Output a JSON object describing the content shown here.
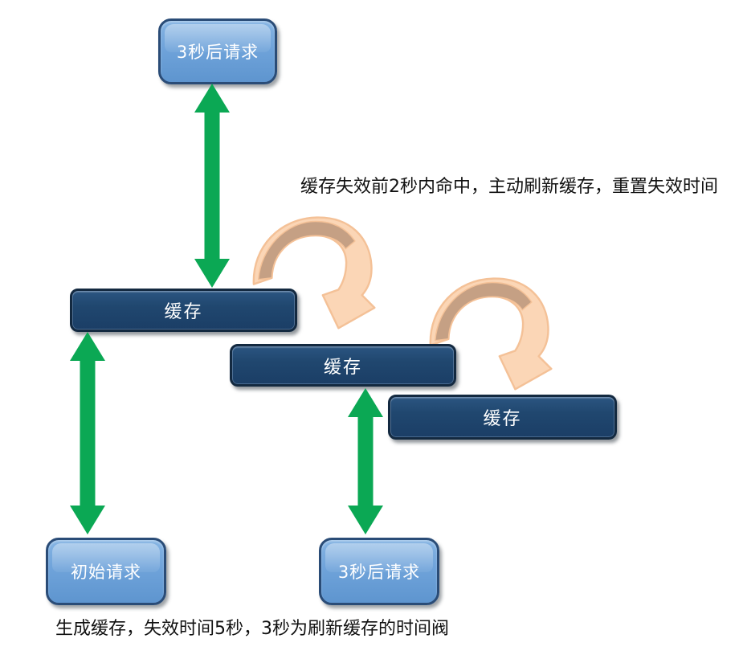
{
  "diagram": {
    "nodes": {
      "top_request": {
        "label": "3秒后请求"
      },
      "cache1": {
        "label": "缓存"
      },
      "cache2": {
        "label": "缓存"
      },
      "cache3": {
        "label": "缓存"
      },
      "initial_request": {
        "label": "初始请求"
      },
      "bottom_request": {
        "label": "3秒后请求"
      }
    },
    "annotations": {
      "refresh_note": "缓存失效前2秒内命中，主动刷新缓存，重置失效时间",
      "generate_note": "生成缓存，失效时间5秒，3秒为刷新缓存的时间阀"
    },
    "colors": {
      "arrow_green": "#0BA854",
      "request_box_fill": "#6FA3DA",
      "request_box_border": "#2A4C77",
      "cache_box_fill": "#20476F",
      "cache_box_border": "#132940",
      "curved_arrow_light": "#FBD6B6",
      "curved_arrow_outline": "#F4C197",
      "curved_arrow_dark": "#C5A084",
      "text": "#111111",
      "background": "#FFFFFF"
    }
  }
}
